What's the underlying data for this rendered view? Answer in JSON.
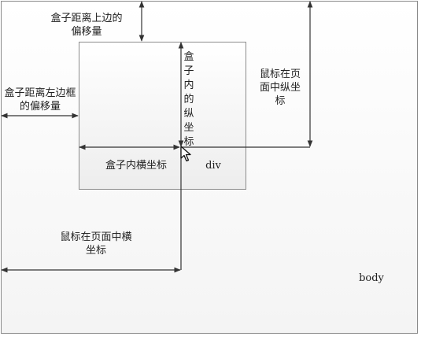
{
  "labels": {
    "top_offset": "盒子距离上边的偏移量",
    "left_offset": "盒子距离左边框的偏移量",
    "inner_y": "盒子内的纵坐标",
    "page_y": "鼠标在页面中纵坐标",
    "inner_x": "盒子内横坐标",
    "div": "div",
    "page_x": "鼠标在页面中横坐标",
    "body": "body"
  },
  "icons": {
    "cursor": "mouse-pointer-icon"
  },
  "colors": {
    "line": "#333333",
    "border": "#8a8a8a"
  }
}
